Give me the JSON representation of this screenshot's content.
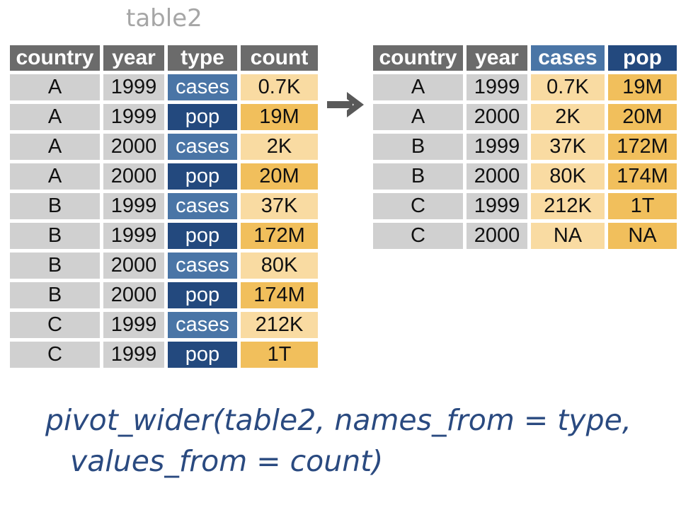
{
  "caption": "table2",
  "left_table": {
    "headers": [
      "country",
      "year",
      "type",
      "count"
    ],
    "rows": [
      [
        "A",
        "1999",
        "cases",
        "0.7K"
      ],
      [
        "A",
        "1999",
        "pop",
        "19M"
      ],
      [
        "A",
        "2000",
        "cases",
        "2K"
      ],
      [
        "A",
        "2000",
        "pop",
        "20M"
      ],
      [
        "B",
        "1999",
        "cases",
        "37K"
      ],
      [
        "B",
        "1999",
        "pop",
        "172M"
      ],
      [
        "B",
        "2000",
        "cases",
        "80K"
      ],
      [
        "B",
        "2000",
        "pop",
        "174M"
      ],
      [
        "C",
        "1999",
        "cases",
        "212K"
      ],
      [
        "C",
        "1999",
        "pop",
        "1T"
      ]
    ]
  },
  "right_table": {
    "headers": [
      "country",
      "year",
      "cases",
      "pop"
    ],
    "rows": [
      [
        "A",
        "1999",
        "0.7K",
        "19M"
      ],
      [
        "A",
        "2000",
        "2K",
        "20M"
      ],
      [
        "B",
        "1999",
        "37K",
        "172M"
      ],
      [
        "B",
        "2000",
        "80K",
        "174M"
      ],
      [
        "C",
        "1999",
        "212K",
        "1T"
      ],
      [
        "C",
        "2000",
        "NA",
        "NA"
      ]
    ]
  },
  "code": {
    "line1": "pivot_wider(table2, names_from = type,",
    "line2": "values_from = count)"
  },
  "colors": {
    "header_grey": "#6b6b6b",
    "key_grey": "#d0d0d0",
    "cases_blue": "#4a75a6",
    "pop_blue": "#23497e",
    "cases_value": "#f9dba2",
    "pop_value": "#f1bf5c",
    "code_text": "#2a4a80",
    "arrow": "#595959"
  },
  "arrow_icon": "arrow-right-icon"
}
